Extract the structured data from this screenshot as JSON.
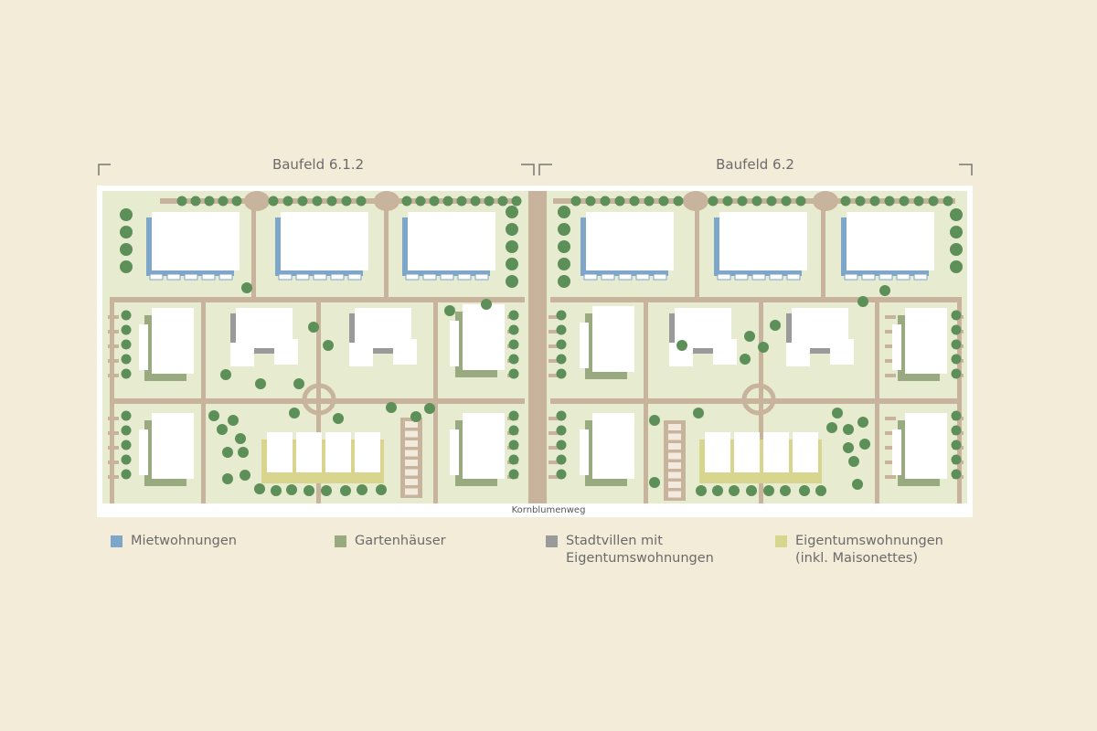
{
  "fields": {
    "left": {
      "title": "Baufeld 6.1.2"
    },
    "right": {
      "title": "Baufeld 6.2"
    }
  },
  "street": {
    "label": "Kornblumenweg"
  },
  "legend": [
    {
      "lines": [
        "Mietwohnungen"
      ],
      "color": "#7ea6c9"
    },
    {
      "lines": [
        "Gartenhäuser"
      ],
      "color": "#9aaa80"
    },
    {
      "lines": [
        "Stadtvillen mit",
        "Eigentumswohnungen"
      ],
      "color": "#9a9a9a"
    },
    {
      "lines": [
        "Eigentumswohnungen",
        "(inkl. Maisonettes)"
      ],
      "color": "#d8d58f"
    }
  ],
  "colors": {
    "background": "#f3ecd9",
    "lawn": "#e7ebd0",
    "path": "#c8b39c",
    "tree": "#5d8f58",
    "border": "#ffffff",
    "bracket": "#777777"
  }
}
